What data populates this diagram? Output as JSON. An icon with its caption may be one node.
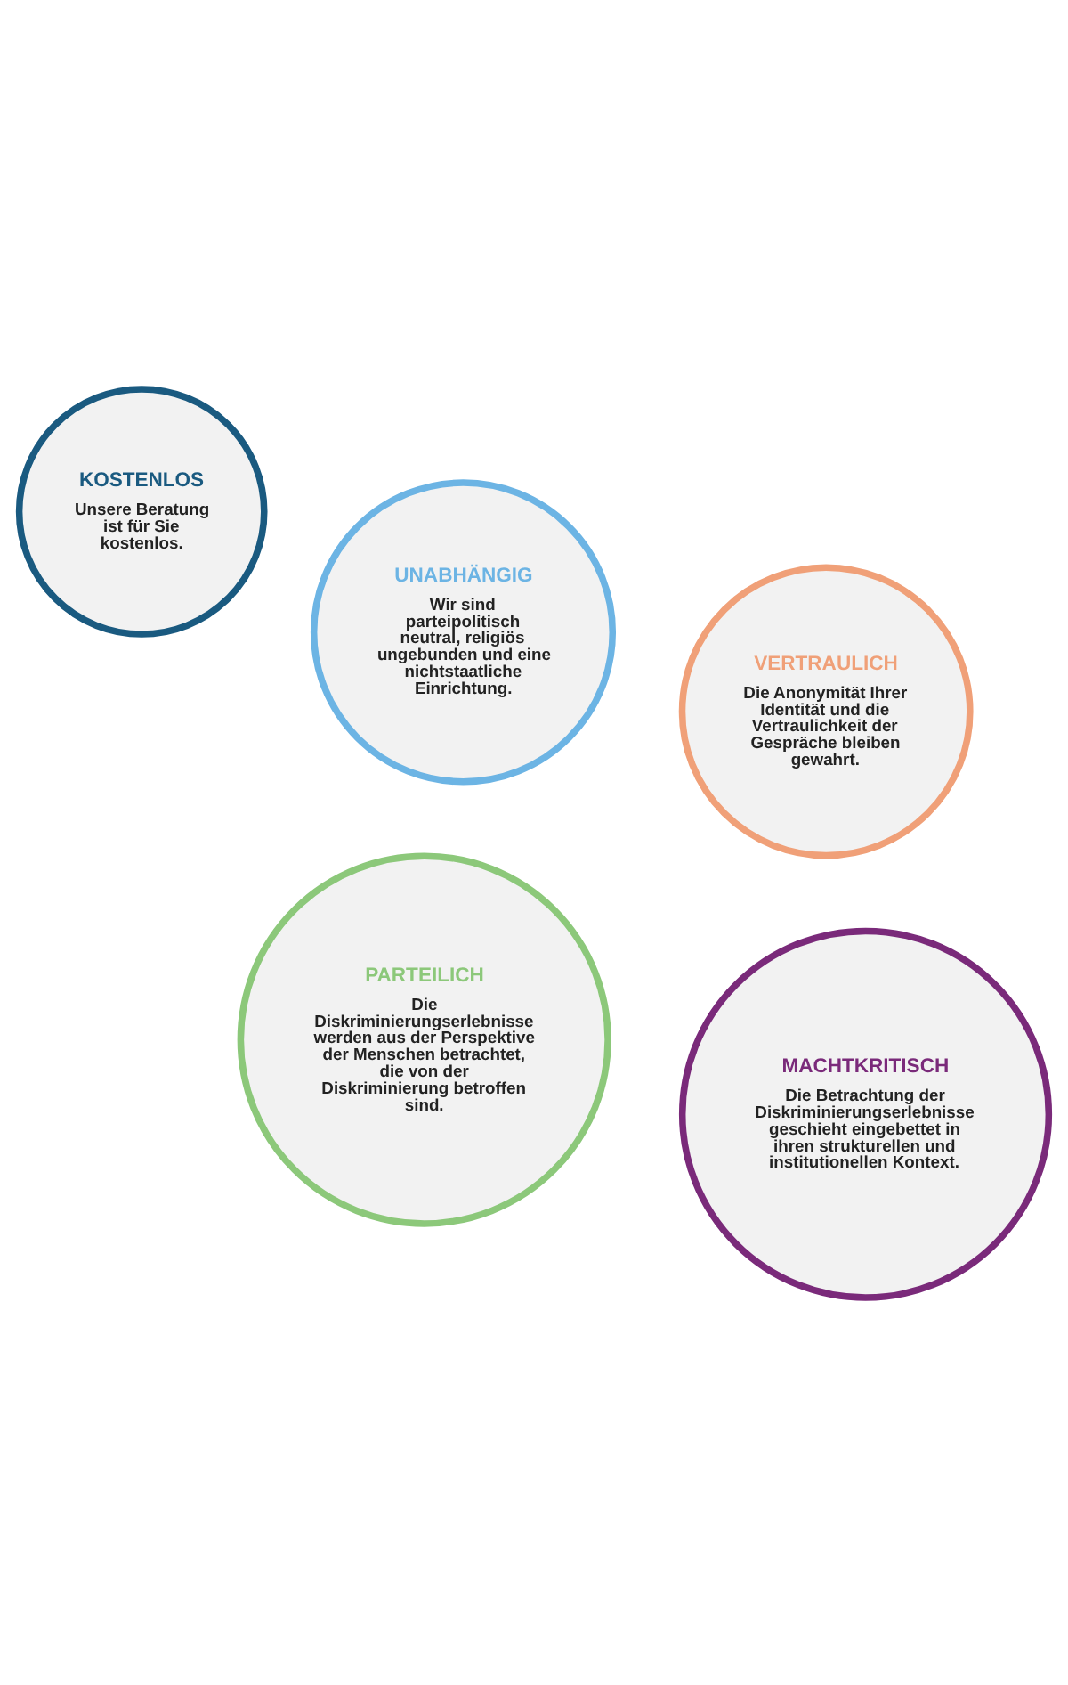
{
  "diagram": {
    "nodes": [
      {
        "text": [
          "VERTRAULICH",
          "Die Anonymität Ihrer Identität und die Vertraulichkeit der Gespräche bleiben gewahrt."
        ]
      },
      {
        "text": [
          "KOSTENLOS",
          "Unsere Beratung ist für Sie kostenlos."
        ]
      },
      {
        "text": [
          "UNABHÄNGIG",
          "Wir sind parteipolitisch neutral, religiös ungebunden und eine nichtstaatliche Einrichtung."
        ]
      },
      {
        "text": [
          "PARTEILICH",
          "Die Diskriminierungserlebnisse werden aus der Perspektive der Menschen betrachtet, die von der Diskriminierung betroffen sind."
        ]
      },
      {
        "text": [
          "MACHTKRITISCH",
          "Die Betrachtung der Diskriminierungserlebnisse geschieht eingebettet in ihren strukturellen und institutionellen Kontext."
        ]
      }
    ]
  }
}
